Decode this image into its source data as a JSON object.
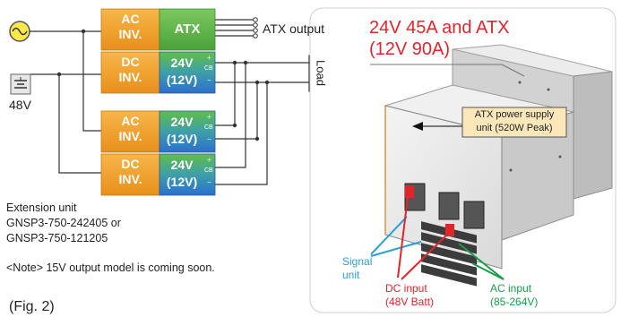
{
  "blocks": {
    "ac_inv_label": "AC\nINV.",
    "dc_inv_label": "DC\nINV.",
    "atx_label": "ATX",
    "v24_label": "24V",
    "v12_label": "(12V)",
    "cb_label": "CB",
    "plus": "+",
    "minus": "−"
  },
  "labels": {
    "atx_output": "ATX output",
    "load": "Load",
    "battery_voltage": "48V",
    "extension_unit": "Extension unit",
    "model_a": "GNSP3-750-242405 or",
    "model_b": "GNSP3-750-121205",
    "note": "<Note> 15V output model is coming soon.",
    "fig": "(Fig. 2)"
  },
  "photo": {
    "title_line1": "24V 45A and ATX",
    "title_line2": "(12V 90A)",
    "atx_callout_line1": "ATX power supply",
    "atx_callout_line2": "unit (520W Peak)",
    "signal_line1": "Signal",
    "signal_line2": "unit",
    "dc_input_line1": "DC input",
    "dc_input_line2": "(48V Batt)",
    "ac_input_line1": "AC input",
    "ac_input_line2": "(85-264V)"
  },
  "colors": {
    "inverter_orange": "#f2a026",
    "atx_green": "#5bb545",
    "output_blue": "#2a7fd0",
    "title_red": "#e0262b",
    "signal_blue": "#2e9fd8",
    "dc_red": "#e0262b",
    "ac_green": "#1d9a4a",
    "callout_bg": "#fbe7b9"
  }
}
